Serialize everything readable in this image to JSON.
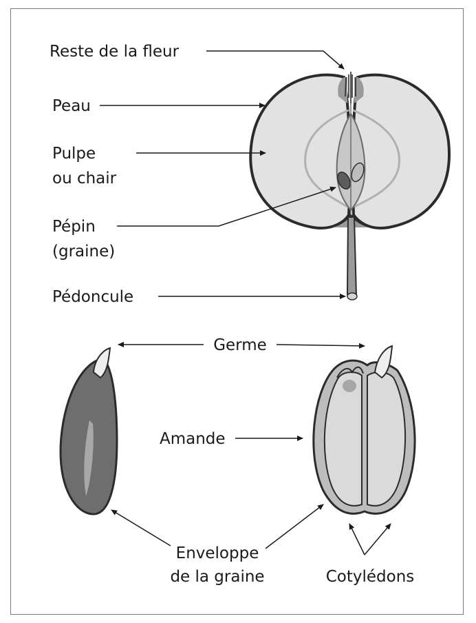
{
  "labels": {
    "reste": "Reste de la fleur",
    "peau": "Peau",
    "pulpe_line1": "Pulpe",
    "pulpe_line2": "ou chair",
    "pepin_line1": "Pépin",
    "pepin_line2": "(graine)",
    "pedoncule": "Pédoncule",
    "germe": "Germe",
    "amande": "Amande",
    "enveloppe_line1": "Enveloppe",
    "enveloppe_line2": "de la graine",
    "cotyledons": "Cotylédons"
  },
  "colors": {
    "outline": "#2b2b2b",
    "flesh": "#e2e2e2",
    "skin_band": "#9a9a9a",
    "core_gray": "#b5b5b5",
    "seed_dark": "#6e6e6e",
    "seed_light": "#d7d7d7"
  }
}
